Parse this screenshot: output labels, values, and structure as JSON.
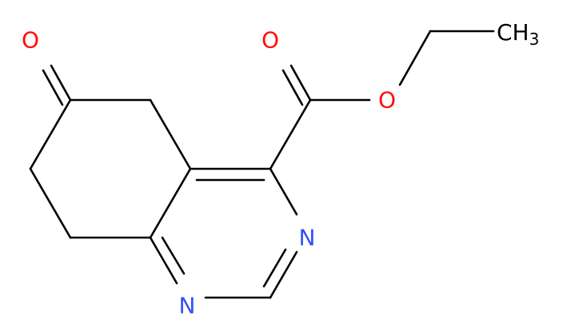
{
  "molecule": {
    "atoms": {
      "o_ketone": {
        "element": "O",
        "label": "O",
        "color": "#FF0D0D"
      },
      "o_carbonyl": {
        "element": "O",
        "label": "O",
        "color": "#FF0D0D"
      },
      "o_ester": {
        "element": "O",
        "label": "O",
        "color": "#FF0D0D"
      },
      "n3": {
        "element": "N",
        "label": "N",
        "color": "#3050F8"
      },
      "n1": {
        "element": "N",
        "label": "N",
        "color": "#3050F8"
      },
      "methyl": {
        "label": "CH",
        "subscript": "3",
        "color": "#000000"
      }
    },
    "bond_color": "#000000"
  }
}
